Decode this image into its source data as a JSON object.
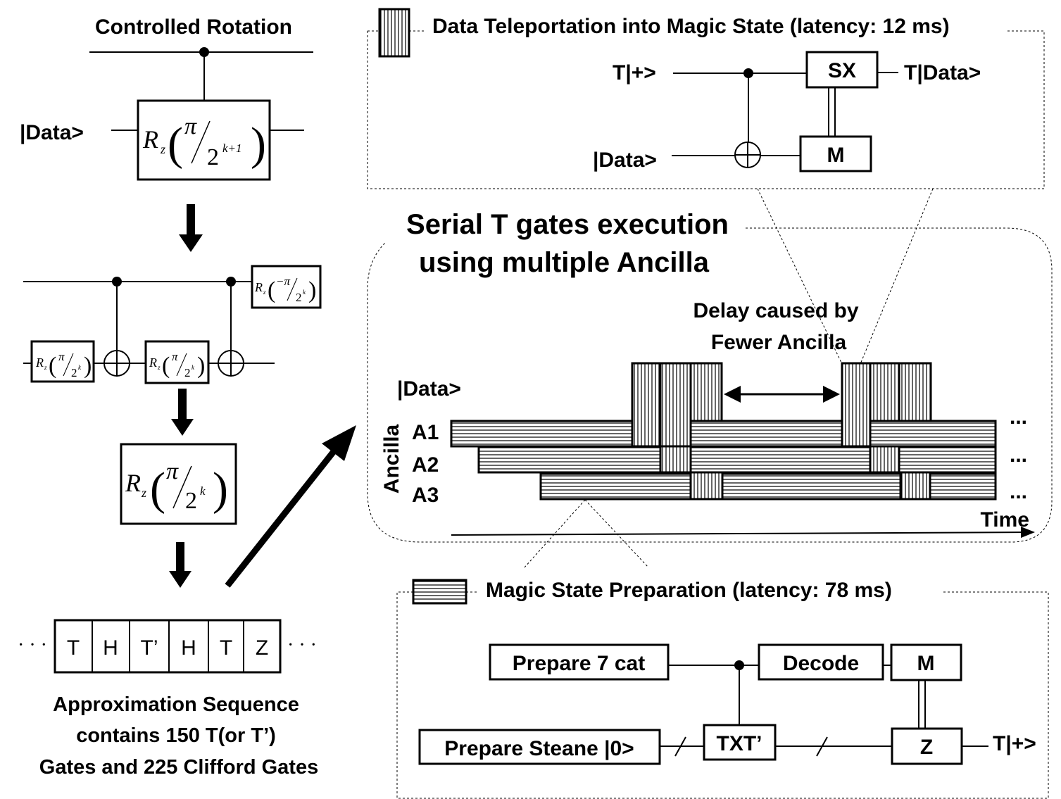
{
  "left": {
    "title": "Controlled Rotation",
    "data_label": "|Data>",
    "rz_top": {
      "R": "R",
      "sub": "z",
      "num": "π",
      "den": "2",
      "exp": "k+1"
    },
    "rz_small_left": {
      "R": "R",
      "sub": "z",
      "num": "π",
      "den": "2",
      "exp": "k"
    },
    "rz_small_mid": {
      "R": "R",
      "sub": "z",
      "num": "π",
      "den": "2",
      "exp": "k"
    },
    "rz_small_right": {
      "R": "R",
      "sub": "z",
      "num": "−π",
      "den": "2",
      "exp": "k"
    },
    "rz_mid": {
      "R": "R",
      "sub": "z",
      "num": "π",
      "den": "2",
      "exp": "k"
    },
    "sequence": [
      "T",
      "H",
      "T’",
      "H",
      "T",
      "Z"
    ],
    "ellipsis": "· · ·",
    "caption": [
      "Approximation Sequence",
      "contains 150 T(or T’)",
      "Gates and 225 Clifford Gates"
    ]
  },
  "teleport": {
    "legend": "Data Teleportation into Magic State (latency: 12 ms)",
    "in_top": "T|+>",
    "in_bottom": "|Data>",
    "gate_sx": "SX",
    "gate_m": "M",
    "out": "T|Data>"
  },
  "serial": {
    "title_line1": "Serial T gates execution",
    "title_line2": "using multiple Ancilla",
    "delay_line1": "Delay caused by",
    "delay_line2": "Fewer Ancilla",
    "data_row": "|Data>",
    "ancilla_axis": "Ancilla",
    "rows": [
      "A1",
      "A2",
      "A3"
    ],
    "more": "...",
    "time": "Time"
  },
  "prep": {
    "legend": "Magic State Preparation (latency: 78 ms)",
    "b_prepare_cat": "Prepare 7 cat",
    "b_decode": "Decode",
    "b_m": "M",
    "b_prepare_steane": "Prepare Steane |0>",
    "b_txt": "TXT’",
    "b_z": "Z",
    "out": "T|+>"
  },
  "colors": {
    "ink": "#000000",
    "background": "#ffffff"
  }
}
